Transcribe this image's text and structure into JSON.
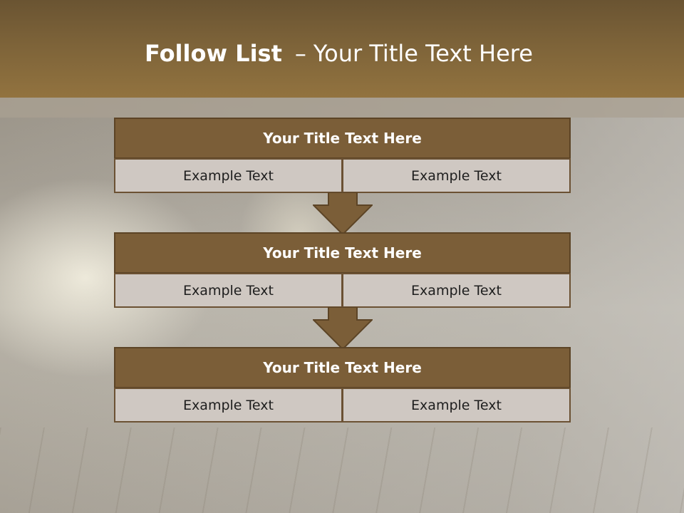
{
  "slide": {
    "title_bold": "Follow List",
    "title_separator": "–",
    "title_rest": "Your Title Text Here"
  },
  "colors": {
    "header": "#7d6339",
    "block_header": "#7b5e38",
    "cell": "#cfc8c2",
    "arrow": "#7b5e38"
  },
  "blocks": [
    {
      "title": "Your Title Text Here",
      "left": "Example Text",
      "right": "Example Text"
    },
    {
      "title": "Your Title Text Here",
      "left": "Example Text",
      "right": "Example Text"
    },
    {
      "title": "Your Title Text Here",
      "left": "Example Text",
      "right": "Example Text"
    }
  ],
  "connectors": [
    "down-arrow-icon",
    "down-arrow-icon"
  ]
}
